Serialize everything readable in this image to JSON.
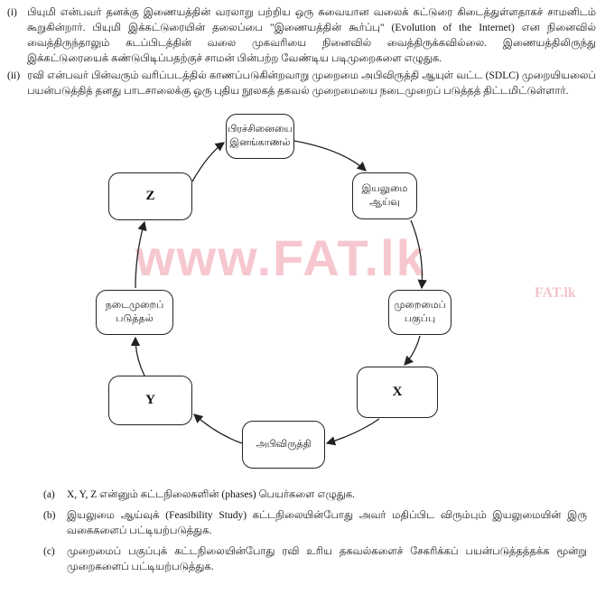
{
  "questions": [
    {
      "number": "(i)",
      "text": "பியுமி என்பவர் தனக்கு இணையத்தின் வரலாறு பற்றிய ஒரு சுவையான வலைக் கட்டுரை கிடைத்துள்ளதாகச் சாமனிடம் கூறுகின்றார். பியுமி இக்கட்டுரையின் தலைப்பை \"இணையத்தின் கூர்ப்பு\" (Evolution of the Internet) என நினைவில் வைத்திருந்தாலும் கடப்பிடத்தின் வலை முகவரியை நினைவில் வைத்திருக்கவில்லை. இணையத்திலிருந்து இக்கட்டுரையைக் கண்டுபிடிப்பதற்குச் சாமன் பின்பற்ற வேண்டிய படிமுறைகளை எழுதுக."
    },
    {
      "number": "(ii)",
      "text": "ரவி என்பவர் பின்வரும் வரிப்படத்தில் காணப்படுகின்றவாறு முறைமை அபிவிருத்தி ஆயுள் வட்ட (SDLC) முறையியலைப் பயன்படுத்தித் தனது பாடசாலைக்கு ஒரு புதிய நூலகத் தகவல் முறைமையை நடைமுறைப் படுத்தத் திட்டமிட்டுள்ளார்."
    }
  ],
  "diagram": {
    "phases": [
      "பிரச்சினையை இனங்காணல்",
      "இயலுமை ஆய்வு",
      "முறைமைப் பகுப்பு",
      "X",
      "அபிவிருத்தி",
      "Y",
      "நடைமுறைப் படுத்தல்",
      "Z"
    ]
  },
  "watermark": {
    "main": "www.FAT.lk",
    "side": "FAT.lk"
  },
  "subquestions": [
    {
      "number": "(a)",
      "text": "X, Y, Z என்னும் கட்டநிலைகளின் (phases) பெயர்களை எழுதுக."
    },
    {
      "number": "(b)",
      "text": "இயலுமை ஆய்வுக் (Feasibility Study) கட்டநிலையின்போது அவர் மதிப்பிட விரும்பும் இயலுமையின் இரு வகைகளைப் பட்டியற்படுத்துக."
    },
    {
      "number": "(c)",
      "text": "முறைமைப் பகுப்புக் கட்டநிலையின்போது ரவி உரிய தகவல்களைச் சேகரிக்கப் பயன்படுத்தத்தக்க மூன்று முறைகளைப் பட்டியற்படுத்துக."
    }
  ]
}
